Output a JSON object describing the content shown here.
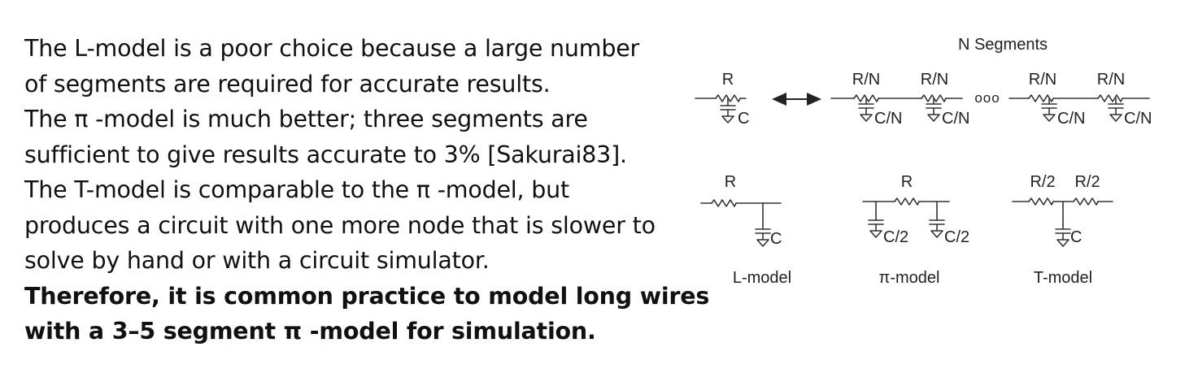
{
  "text_lines": [
    {
      "text": "The L-model is a poor choice because a large number",
      "bold": false
    },
    {
      "text": "of segments are required for accurate results.",
      "bold": false
    },
    {
      "text": "The π -model is much better; three segments are",
      "bold": false
    },
    {
      "text": "sufficient to give results accurate to 3% [Sakurai83].",
      "bold": false
    },
    {
      "text": "The T-model is comparable to the π -model, but",
      "bold": false
    },
    {
      "text": "produces a circuit with one more node that is slower to",
      "bold": false
    },
    {
      "text": "solve by hand or with a circuit simulator.",
      "bold": false
    },
    {
      "text": "Therefore, it is common practice to model long wires",
      "bold": true
    },
    {
      "text": "with a 3–5 segment π -model for simulation.",
      "bold": true
    }
  ],
  "diagram": {
    "title": "N Segments",
    "top_single": {
      "r_label": "R",
      "c_label": "C"
    },
    "segment_labels": {
      "r": "R/N",
      "c": "C/N"
    },
    "ellipsis": "ooo",
    "l_model": {
      "r_label": "R",
      "c_label": "C",
      "caption": "L-model"
    },
    "pi_model": {
      "r_label": "R",
      "c_left_label": "C/2",
      "c_right_label": "C/2",
      "caption": "π-model"
    },
    "t_model": {
      "r_left_label": "R/2",
      "r_right_label": "R/2",
      "c_label": "C",
      "caption": "T-model"
    }
  }
}
